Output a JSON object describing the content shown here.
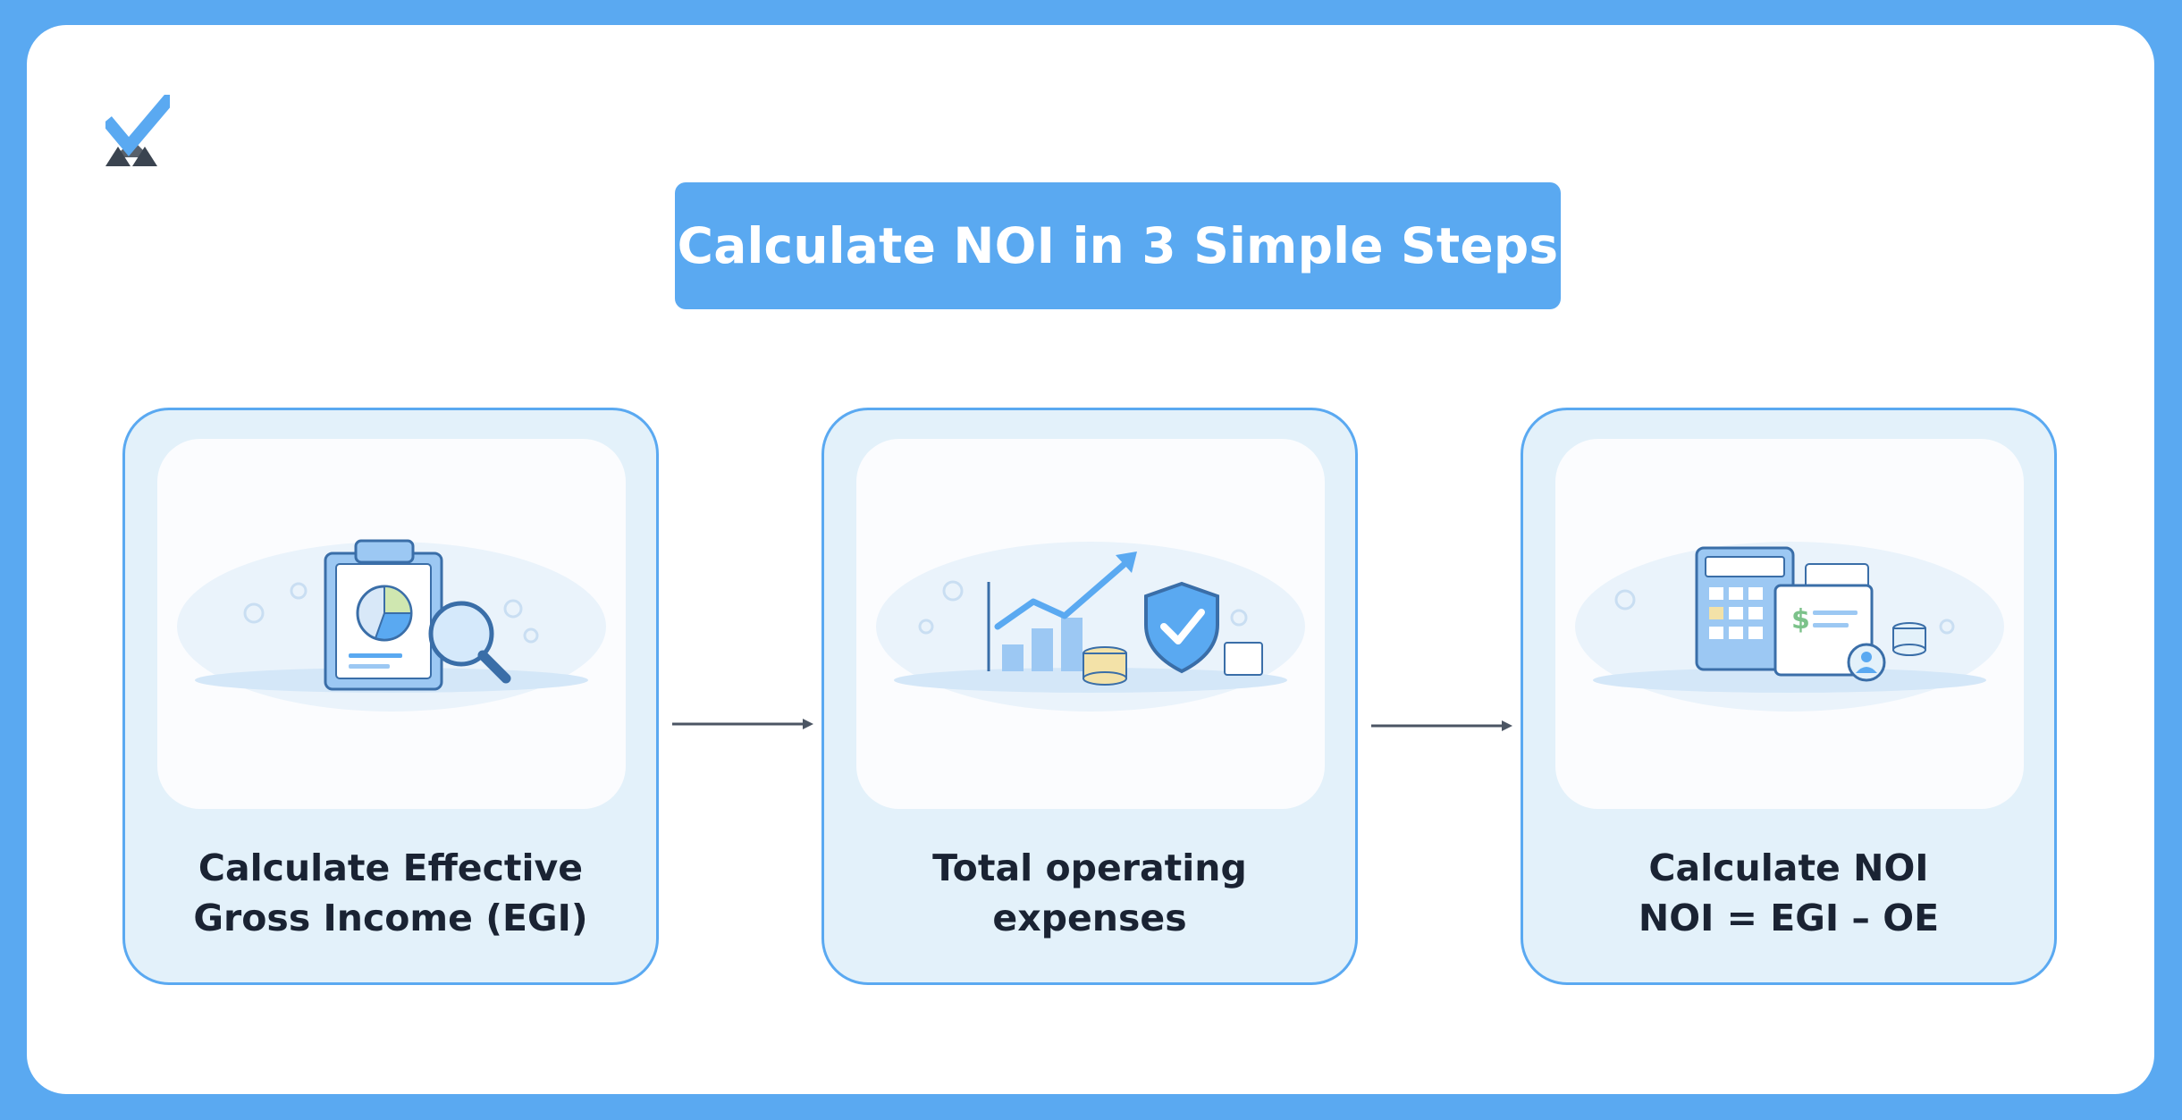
{
  "title": "Calculate NOI in 3 Simple Steps",
  "steps": [
    {
      "line1": "Calculate Effective",
      "line2": "Gross Income (EGI)",
      "illustration": "clipboard-pie-chart-magnifier"
    },
    {
      "line1": "Total operating",
      "line2": "expenses",
      "illustration": "growth-chart-shield-coins"
    },
    {
      "line1": "Calculate NOI",
      "line2": "NOI = EGI – OE",
      "illustration": "calculator-invoice-database"
    }
  ],
  "colors": {
    "accent": "#5aa9f1",
    "card_bg": "#e3f1fa",
    "text": "#1a2333",
    "logo_dark": "#3b4450"
  },
  "logo": "checkmark-x-logo"
}
